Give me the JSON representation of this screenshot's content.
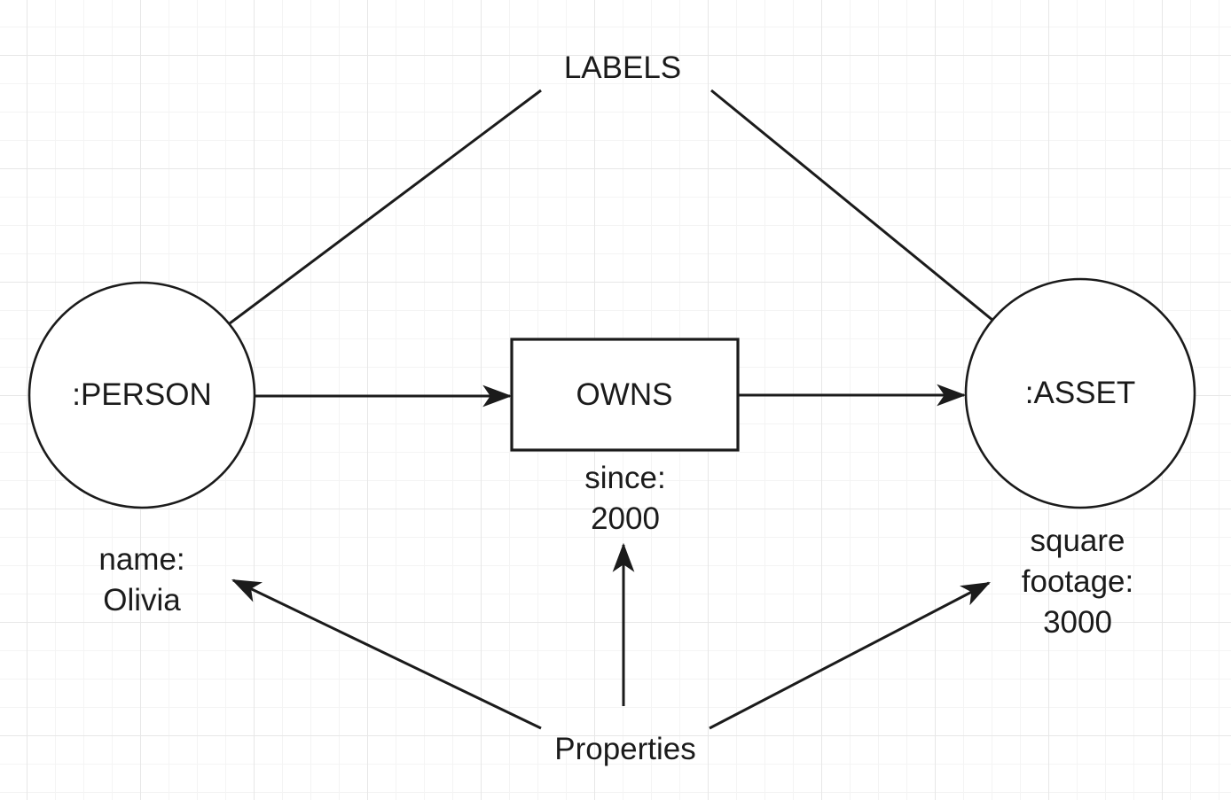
{
  "colors": {
    "ink": "#1b1b1b",
    "background": "#ffffff",
    "grid_minor": "#f4f4f4",
    "grid_major": "#e7e7e7"
  },
  "diagram": {
    "labels_annotation": "LABELS",
    "properties_annotation": "Properties",
    "person_node": ":PERSON",
    "asset_node": ":ASSET",
    "relationship": "OWNS",
    "person_properties": {
      "line1": "name:",
      "line2": "Olivia"
    },
    "relationship_properties": {
      "line1": "since:",
      "line2": "2000"
    },
    "asset_properties": {
      "line1": "square",
      "line2": "footage:",
      "line3": "3000"
    }
  }
}
